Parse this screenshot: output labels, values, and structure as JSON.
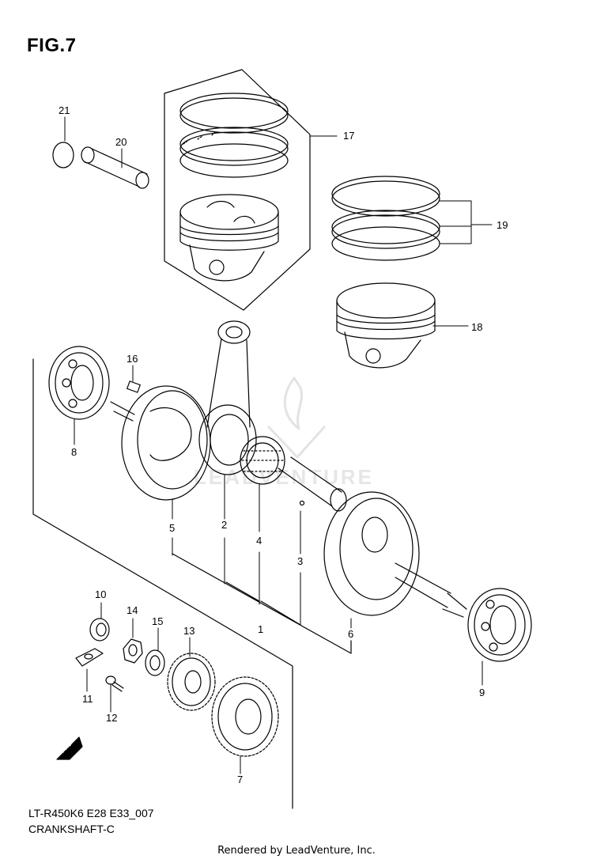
{
  "figure": {
    "title": "FIG.7",
    "model_code": "LT-R450K6 E28 E33_007",
    "section": "CRANKSHAFT-C",
    "footer": "Rendered by LeadVenture, Inc.",
    "watermark": "LEADVENTURE",
    "fwd_label": "FWD"
  },
  "callouts": [
    "1",
    "2",
    "3",
    "4",
    "5",
    "6",
    "7",
    "8",
    "9",
    "10",
    "11",
    "12",
    "13",
    "14",
    "15",
    "16",
    "17",
    "18",
    "19",
    "20",
    "21"
  ],
  "colors": {
    "line": "#000000",
    "background": "#ffffff",
    "watermark": "#e6e6e6"
  }
}
